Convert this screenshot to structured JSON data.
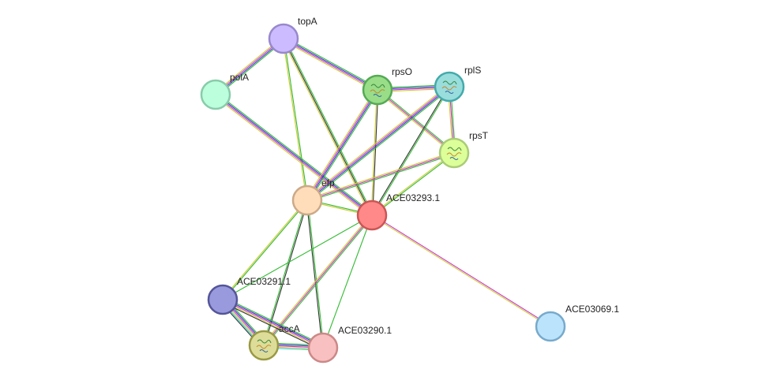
{
  "nodes": [
    {
      "id": "topA",
      "label": "topA",
      "fill": "#ccbbff",
      "stroke": "#9988cc"
    },
    {
      "id": "polA",
      "label": "polA",
      "fill": "#bbffdd",
      "stroke": "#88ccaa"
    },
    {
      "id": "rpsO",
      "label": "rpsO",
      "fill": "#99dd88",
      "stroke": "#55aa55",
      "icon": "protein-structure-icon"
    },
    {
      "id": "rplS",
      "label": "rplS",
      "fill": "#99dddd",
      "stroke": "#44aaaa",
      "icon": "protein-structure-icon"
    },
    {
      "id": "rpsT",
      "label": "rpsT",
      "fill": "#ddff99",
      "stroke": "#aacc77",
      "icon": "protein-structure-icon"
    },
    {
      "id": "efp",
      "label": "efp",
      "fill": "#ffddbb",
      "stroke": "#ccaa88"
    },
    {
      "id": "ACE03293",
      "label": "ACE03293.1",
      "fill": "#ff8888",
      "stroke": "#cc5555"
    },
    {
      "id": "ACE03291",
      "label": "ACE03291.1",
      "fill": "#9999dd",
      "stroke": "#555599"
    },
    {
      "id": "accA",
      "label": "accA",
      "fill": "#dddd99",
      "stroke": "#999944",
      "icon": "protein-structure-icon"
    },
    {
      "id": "ACE03290",
      "label": "ACE03290.1",
      "fill": "#f8c0c0",
      "stroke": "#cc8888"
    },
    {
      "id": "ACE03069",
      "label": "ACE03069.1",
      "fill": "#bbe3fb",
      "stroke": "#77aacc"
    }
  ],
  "edge_colors": {
    "green": "#33bb33",
    "blue": "#3333cc",
    "magenta": "#cc33cc",
    "yellow": "#cccc33",
    "black": "#333333",
    "lightblue": "#33cccc"
  },
  "edges": [
    {
      "a": "topA",
      "b": "polA",
      "types": [
        "green",
        "blue",
        "magenta",
        "yellow"
      ]
    },
    {
      "a": "topA",
      "b": "rpsO",
      "types": [
        "green",
        "blue",
        "magenta",
        "yellow"
      ]
    },
    {
      "a": "topA",
      "b": "efp",
      "types": [
        "green",
        "yellow"
      ]
    },
    {
      "a": "topA",
      "b": "ACE03293",
      "types": [
        "green",
        "black",
        "yellow"
      ]
    },
    {
      "a": "polA",
      "b": "ACE03293",
      "types": [
        "green",
        "blue",
        "magenta",
        "yellow"
      ]
    },
    {
      "a": "rpsO",
      "b": "rplS",
      "types": [
        "green",
        "blue",
        "magenta",
        "yellow"
      ]
    },
    {
      "a": "rpsO",
      "b": "rpsT",
      "types": [
        "green",
        "magenta",
        "yellow"
      ]
    },
    {
      "a": "rpsO",
      "b": "efp",
      "types": [
        "green",
        "blue",
        "magenta",
        "yellow"
      ]
    },
    {
      "a": "rpsO",
      "b": "ACE03293",
      "types": [
        "black",
        "yellow"
      ]
    },
    {
      "a": "rplS",
      "b": "rpsT",
      "types": [
        "green",
        "magenta",
        "yellow"
      ]
    },
    {
      "a": "rplS",
      "b": "efp",
      "types": [
        "green",
        "blue",
        "magenta",
        "yellow"
      ]
    },
    {
      "a": "rplS",
      "b": "ACE03293",
      "types": [
        "green",
        "black"
      ]
    },
    {
      "a": "rpsT",
      "b": "efp",
      "types": [
        "green",
        "magenta",
        "yellow"
      ]
    },
    {
      "a": "rpsT",
      "b": "ACE03293",
      "types": [
        "green",
        "yellow"
      ]
    },
    {
      "a": "efp",
      "b": "ACE03293",
      "types": [
        "green",
        "yellow"
      ]
    },
    {
      "a": "efp",
      "b": "ACE03291",
      "types": [
        "green",
        "yellow"
      ]
    },
    {
      "a": "efp",
      "b": "accA",
      "types": [
        "black",
        "green"
      ]
    },
    {
      "a": "efp",
      "b": "ACE03290",
      "types": [
        "green",
        "black"
      ]
    },
    {
      "a": "ACE03293",
      "b": "ACE03291",
      "types": [
        "green"
      ]
    },
    {
      "a": "ACE03293",
      "b": "accA",
      "types": [
        "green",
        "magenta",
        "yellow"
      ]
    },
    {
      "a": "ACE03293",
      "b": "ACE03290",
      "types": [
        "green"
      ]
    },
    {
      "a": "ACE03293",
      "b": "ACE03069",
      "types": [
        "magenta",
        "yellow"
      ]
    },
    {
      "a": "ACE03291",
      "b": "accA",
      "types": [
        "green",
        "blue",
        "magenta",
        "yellow",
        "lightblue",
        "black"
      ]
    },
    {
      "a": "ACE03291",
      "b": "ACE03290",
      "types": [
        "green",
        "blue",
        "magenta",
        "yellow",
        "black"
      ]
    },
    {
      "a": "accA",
      "b": "ACE03290",
      "types": [
        "green",
        "blue",
        "magenta",
        "yellow",
        "lightblue"
      ]
    }
  ]
}
